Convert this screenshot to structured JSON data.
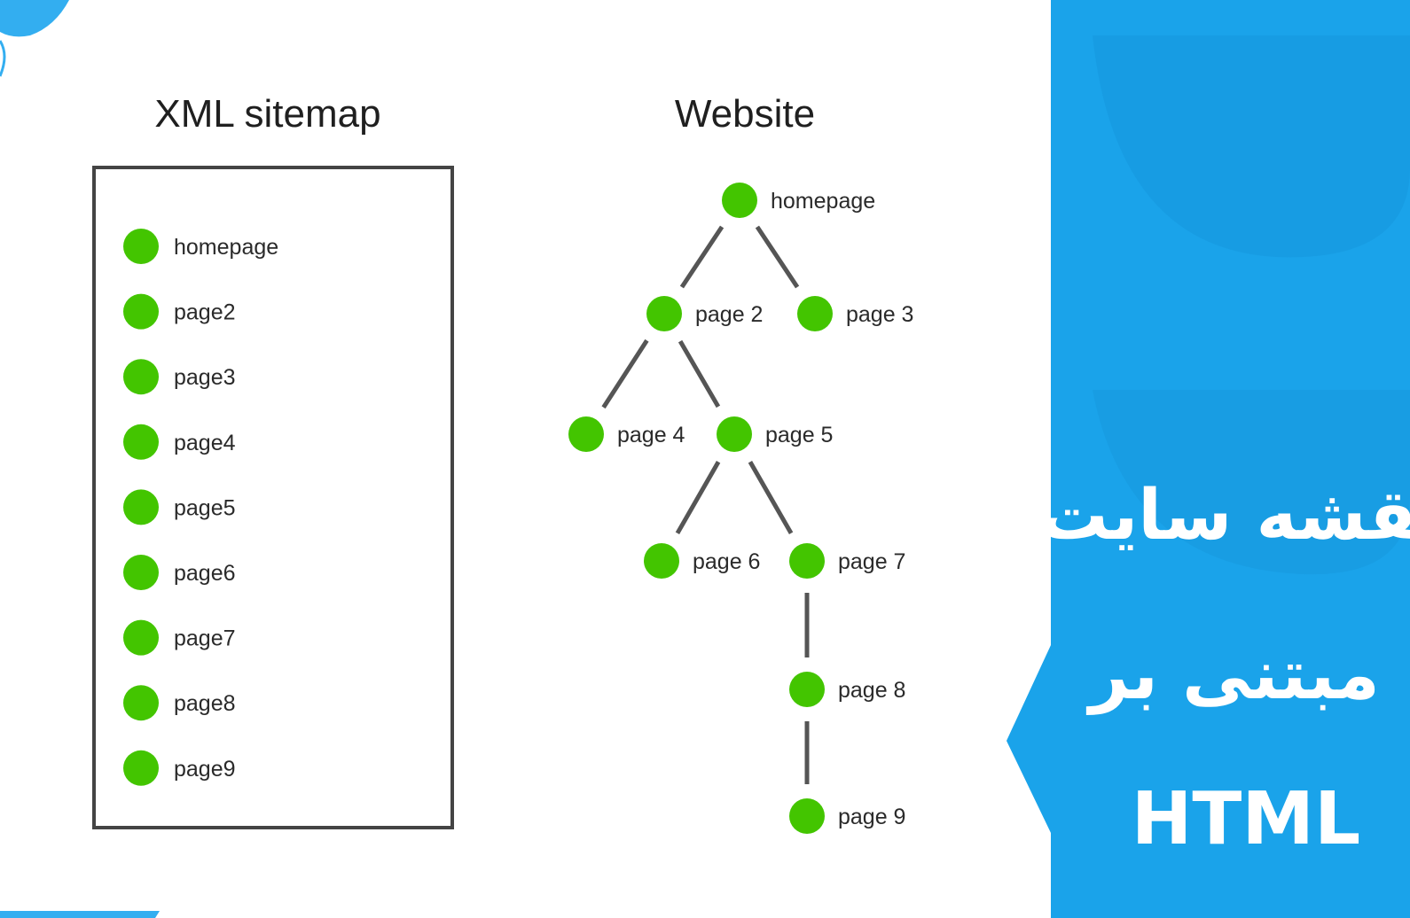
{
  "colors": {
    "node": "#43c500",
    "connector": "#555555",
    "frame": "#444444",
    "panel": "#1aa3ea",
    "panel_shade": "#1697dc",
    "title_text": "#ffffff"
  },
  "xml_sitemap": {
    "title": "XML sitemap",
    "items": [
      "homepage",
      "page2",
      "page3",
      "page4",
      "page5",
      "page6",
      "page7",
      "page8",
      "page9"
    ]
  },
  "website": {
    "title": "Website",
    "nodes": [
      {
        "id": "homepage",
        "label": "homepage"
      },
      {
        "id": "page-2",
        "label": "page 2"
      },
      {
        "id": "page-3",
        "label": "page 3"
      },
      {
        "id": "page-4",
        "label": "page 4"
      },
      {
        "id": "page-5",
        "label": "page 5"
      },
      {
        "id": "page-6",
        "label": "page 6"
      },
      {
        "id": "page-7",
        "label": "page 7"
      },
      {
        "id": "page-8",
        "label": "page 8"
      },
      {
        "id": "page-9",
        "label": "page 9"
      }
    ],
    "edges": [
      [
        "homepage",
        "page-2"
      ],
      [
        "homepage",
        "page-3"
      ],
      [
        "page-2",
        "page-4"
      ],
      [
        "page-2",
        "page-5"
      ],
      [
        "page-5",
        "page-6"
      ],
      [
        "page-5",
        "page-7"
      ],
      [
        "page-7",
        "page-8"
      ],
      [
        "page-8",
        "page-9"
      ]
    ]
  },
  "banner": {
    "line1": "نقشه سایت",
    "line2": "مبتنی بر",
    "line3": "HTML"
  }
}
